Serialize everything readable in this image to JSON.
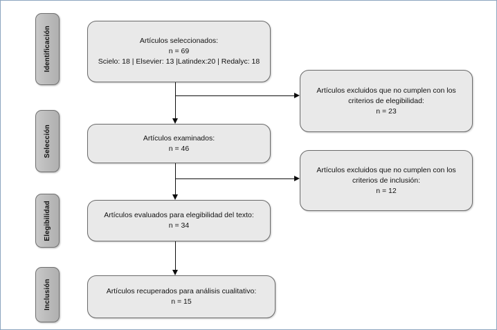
{
  "diagram": {
    "title": "PRISMA flow diagram",
    "border_color": "#8ba4bf",
    "box_fill": "#e9e9e9",
    "box_border": "#6a6a6a",
    "tab_fill": "#bcbcbc",
    "connector_color": "#0d0d0d"
  },
  "stages": [
    {
      "label": "Identificación"
    },
    {
      "label": "Selección"
    },
    {
      "label": "Elegibilidad"
    },
    {
      "label": "Inclusión"
    }
  ],
  "main_boxes": [
    {
      "text": "Artículos seleccionados:\nn = 69\nScielo: 18 | Elsevier: 13 |Latindex:20 | Redalyc: 18"
    },
    {
      "text": "Artículos examinados:\nn = 46"
    },
    {
      "text": "Artículos evaluados  para elegibilidad del texto:\nn = 34"
    },
    {
      "text": "Artículos recuperados para  análisis  cualitativo:\nn = 15"
    }
  ],
  "excluded_boxes": [
    {
      "text": "Artículos excluidos que no cumplen con los\ncriterios de elegibilidad:\nn = 23"
    },
    {
      "text": "Artículos excluidos que no cumplen con los\ncriterios de inclusión:\nn = 12"
    }
  ]
}
